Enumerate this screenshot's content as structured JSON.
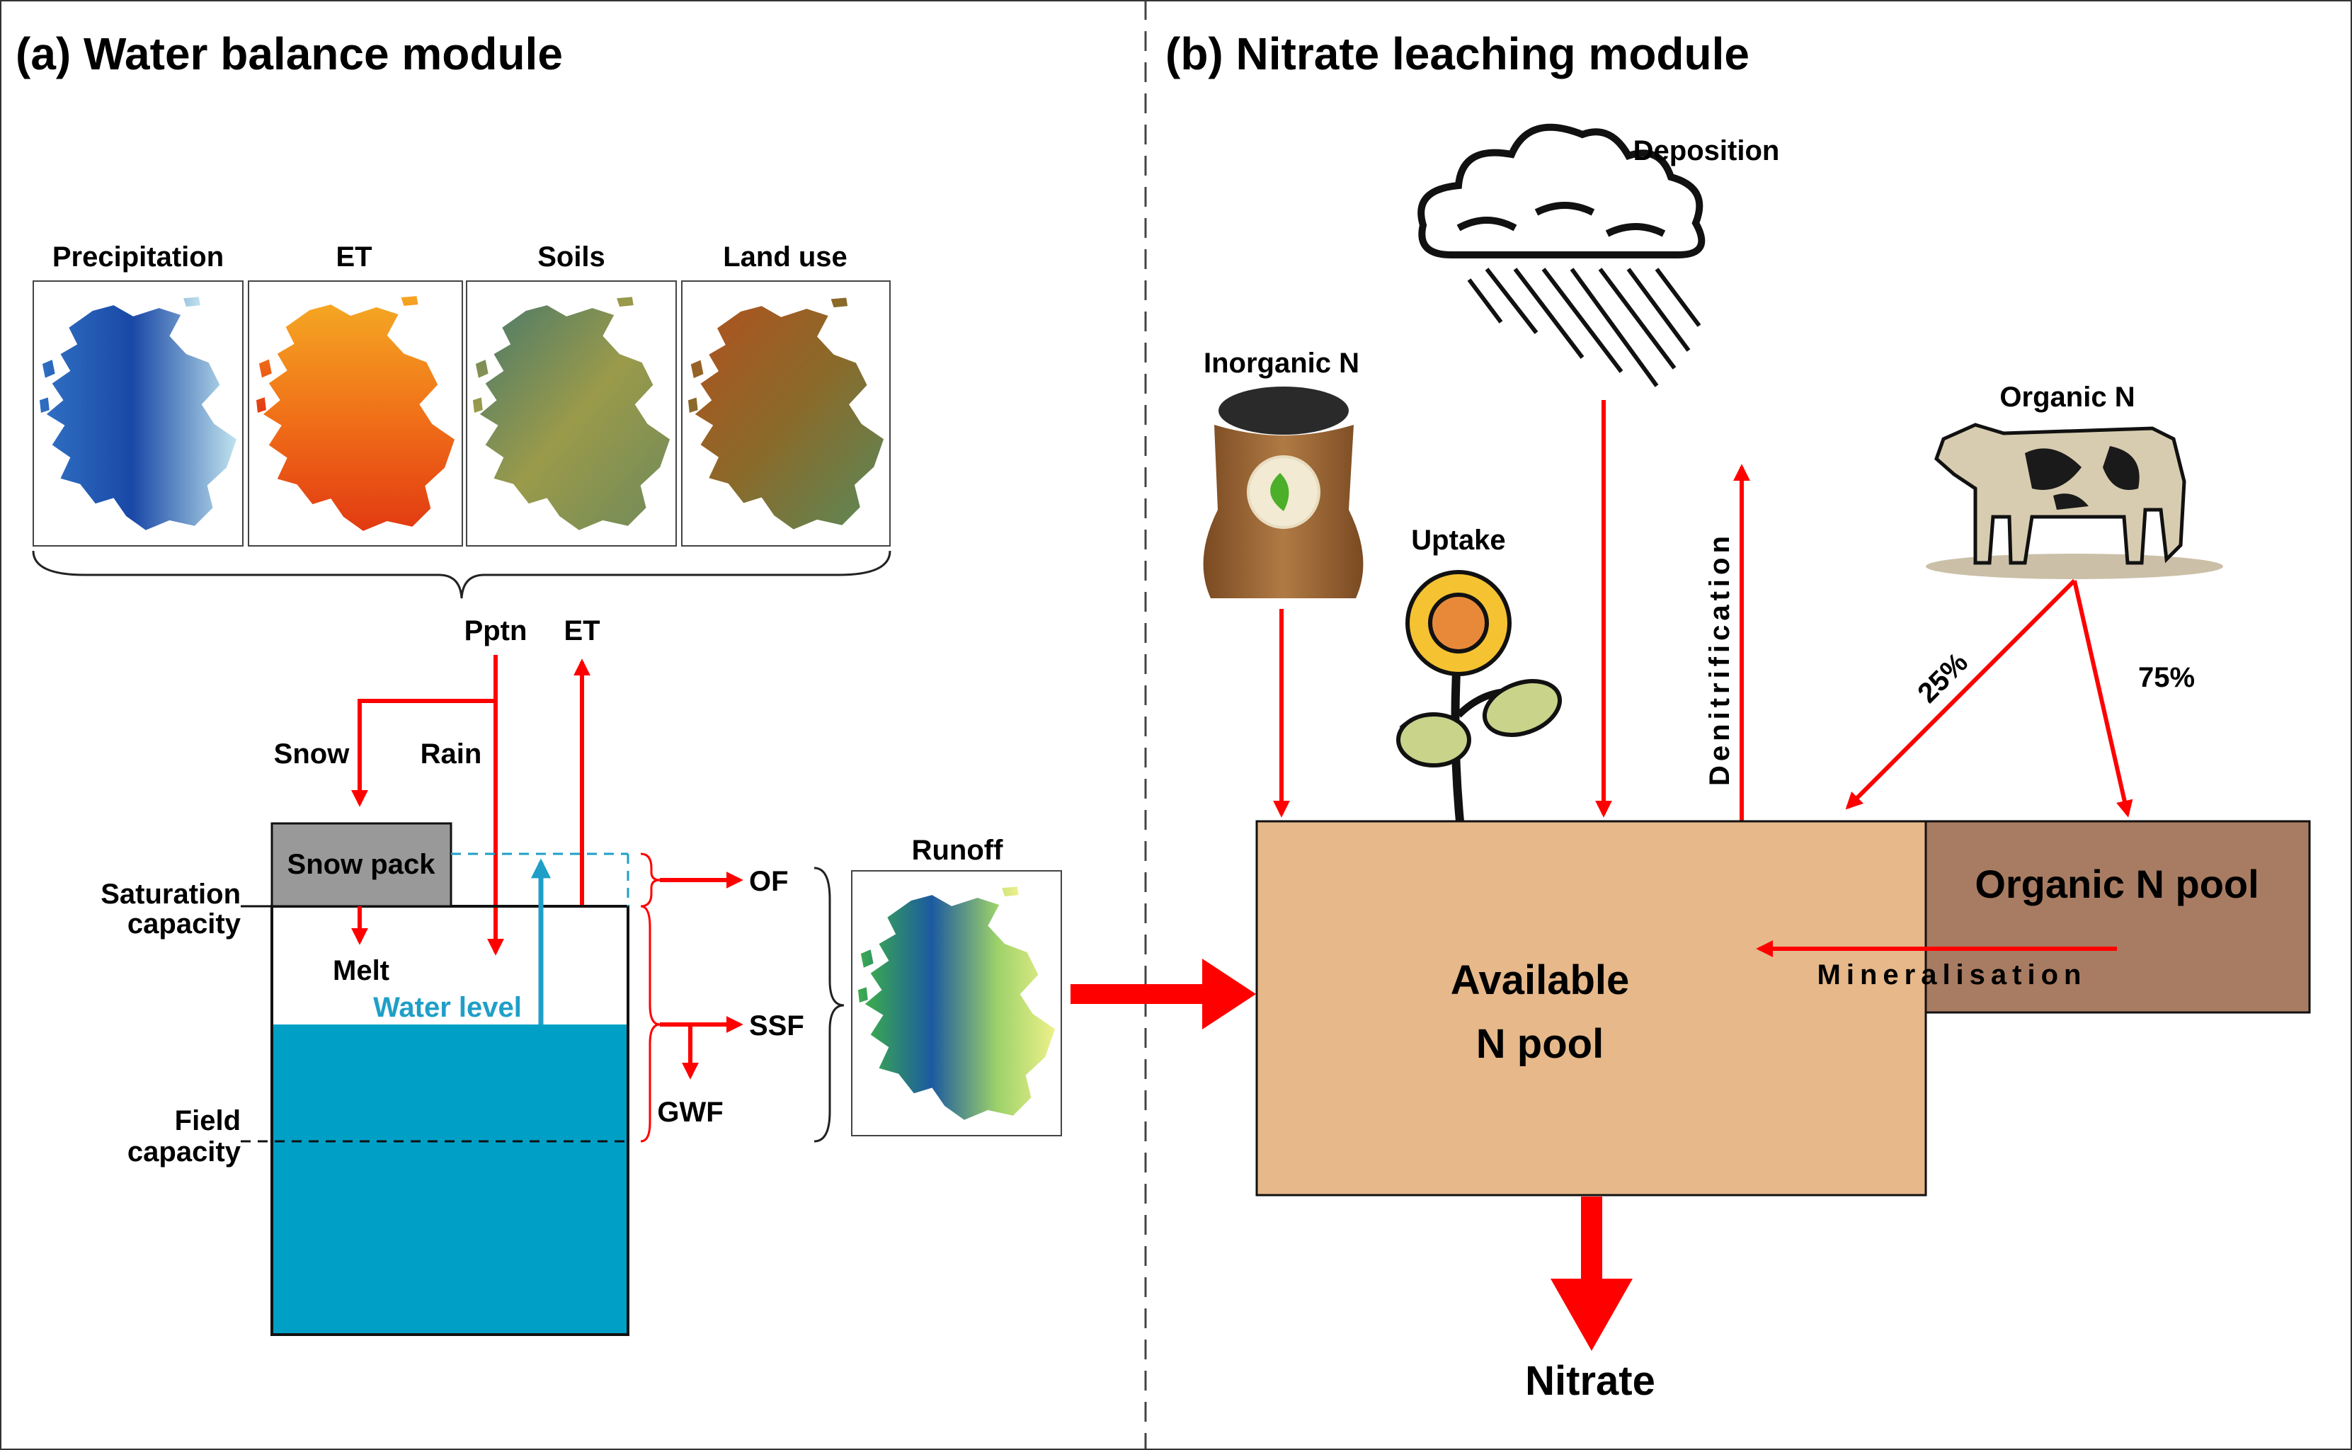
{
  "panel_a": {
    "title": "(a) Water balance module",
    "maps": [
      {
        "label": "Precipitation",
        "icon": "precipitation-map-icon"
      },
      {
        "label": "ET",
        "icon": "et-map-icon"
      },
      {
        "label": "Soils",
        "icon": "soils-map-icon"
      },
      {
        "label": "Land use",
        "icon": "land-use-map-icon"
      }
    ],
    "labels": {
      "pptn": "Pptn",
      "et": "ET",
      "snow": "Snow",
      "rain": "Rain",
      "snow_pack": "Snow pack",
      "saturation_1": "Saturation",
      "saturation_2": "capacity",
      "melt": "Melt",
      "water_level": "Water level",
      "field_1": "Field",
      "field_2": "capacity",
      "of": "OF",
      "ssf": "SSF",
      "gwf": "GWF",
      "runoff": "Runoff"
    },
    "colors": {
      "water": "#00a0c6",
      "flow_arrow": "#ff0000",
      "water_level_arrow": "#1f9fc7",
      "snow_pack": "#999999"
    }
  },
  "panel_b": {
    "title": "(b) Nitrate leaching module",
    "labels": {
      "deposition": "Deposition",
      "inorganic_n": "Inorganic N",
      "uptake": "Uptake",
      "denitrification": "Denitrification",
      "organic_n": "Organic N",
      "pct_25": "25%",
      "pct_75": "75%",
      "organic_pool": "Organic N pool",
      "available_1": "Available",
      "available_2": "N pool",
      "mineralisation": "Mineralisation",
      "nitrate": "Nitrate"
    },
    "colors": {
      "available_pool": "#e6b88a",
      "organic_pool": "#a87c62",
      "flow_arrow": "#ff0000"
    }
  }
}
